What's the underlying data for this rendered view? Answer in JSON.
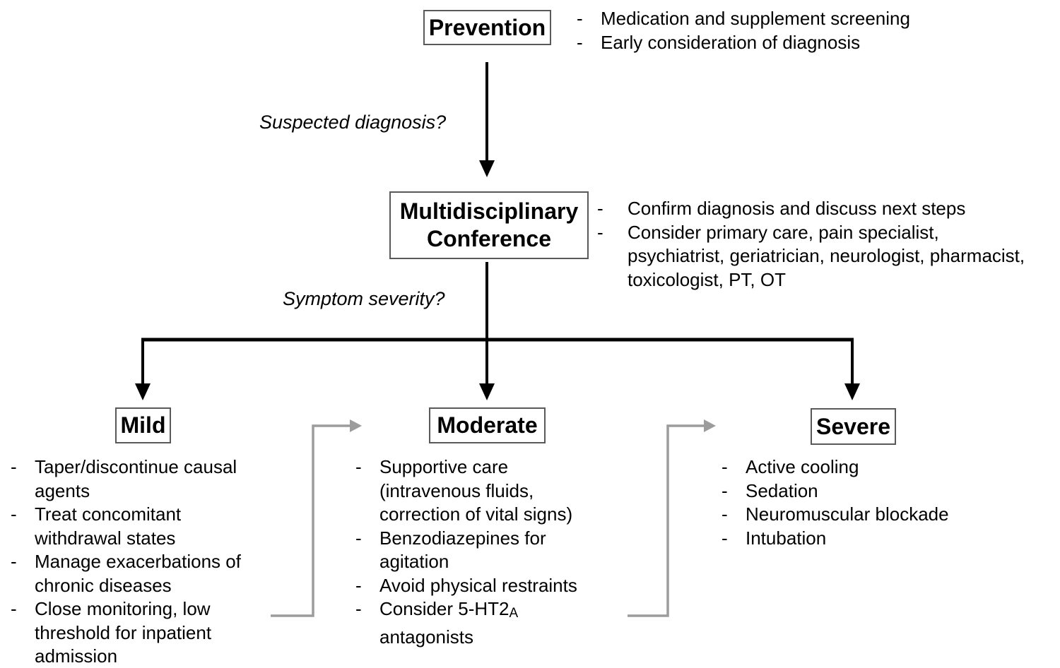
{
  "bullet_char": "-",
  "colors": {
    "background": "#ffffff",
    "text": "#000000",
    "arrow_black": "#000000",
    "arrow_gray": "#9c9c9c",
    "box_border": "#595959"
  },
  "nodes": {
    "prevention": {
      "label": "Prevention"
    },
    "conference": {
      "label": "Multidisciplinary Conference"
    },
    "mild": {
      "label": "Mild"
    },
    "moderate": {
      "label": "Moderate"
    },
    "severe": {
      "label": "Severe"
    }
  },
  "questions": {
    "suspected_diagnosis": "Suspected diagnosis?",
    "symptom_severity": "Symptom severity?"
  },
  "lists": {
    "prevention": [
      {
        "lines": [
          "Medication and supplement screening"
        ]
      },
      {
        "lines": [
          "Early consideration of diagnosis"
        ]
      }
    ],
    "conference": [
      {
        "lines": [
          "Confirm diagnosis and discuss next steps"
        ]
      },
      {
        "lines": [
          "Consider primary care, pain specialist,",
          "psychiatrist, geriatrician, neurologist, pharmacist,",
          "toxicologist, PT, OT"
        ]
      }
    ],
    "mild": [
      {
        "lines": [
          "Taper/discontinue causal",
          "agents"
        ]
      },
      {
        "lines": [
          "Treat concomitant",
          "withdrawal states"
        ]
      },
      {
        "lines": [
          "Manage exacerbations of",
          "chronic diseases"
        ]
      },
      {
        "lines": [
          "Close monitoring, low",
          "threshold for inpatient",
          "admission"
        ]
      }
    ],
    "moderate": [
      {
        "lines": [
          "Supportive care",
          "(intravenous fluids,",
          "correction of vital signs)"
        ]
      },
      {
        "lines": [
          "Benzodiazepines for",
          "agitation"
        ]
      },
      {
        "lines": [
          "Avoid physical restraints"
        ]
      },
      {
        "lines": [
          "Consider 5-HT2",
          "antagonists"
        ],
        "sub": "A"
      }
    ],
    "severe": [
      {
        "lines": [
          "Active cooling"
        ]
      },
      {
        "lines": [
          "Sedation"
        ]
      },
      {
        "lines": [
          "Neuromuscular blockade"
        ]
      },
      {
        "lines": [
          "Intubation"
        ]
      }
    ]
  }
}
